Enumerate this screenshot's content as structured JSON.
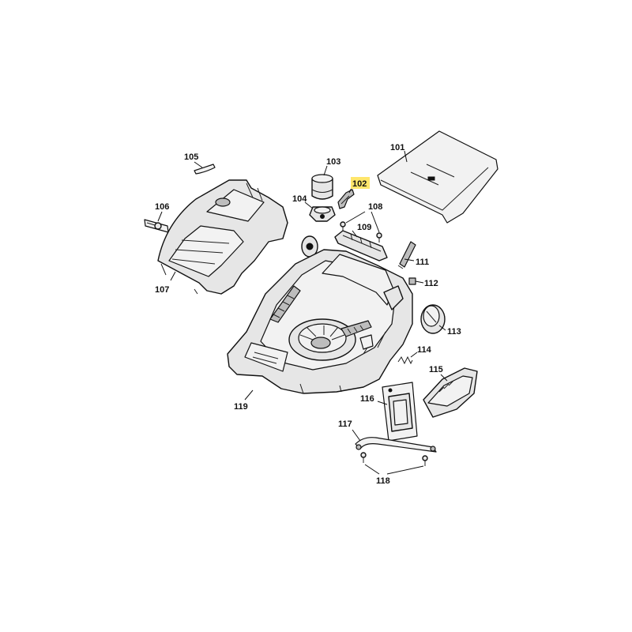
{
  "callouts": {
    "p101": "101",
    "p102": "102",
    "p103": "103",
    "p104": "104",
    "p105": "105",
    "p106": "106",
    "p107": "107",
    "p108": "108",
    "p109": "109",
    "p111": "111",
    "p112": "112",
    "p113": "113",
    "p114": "114",
    "p115": "115",
    "p116": "116",
    "p117": "117",
    "p118": "118",
    "p119": "119"
  },
  "highlighted_callout": "102",
  "colors": {
    "highlight": "#ffe66b",
    "line": "#111111",
    "fill": "#e6e6e6"
  }
}
